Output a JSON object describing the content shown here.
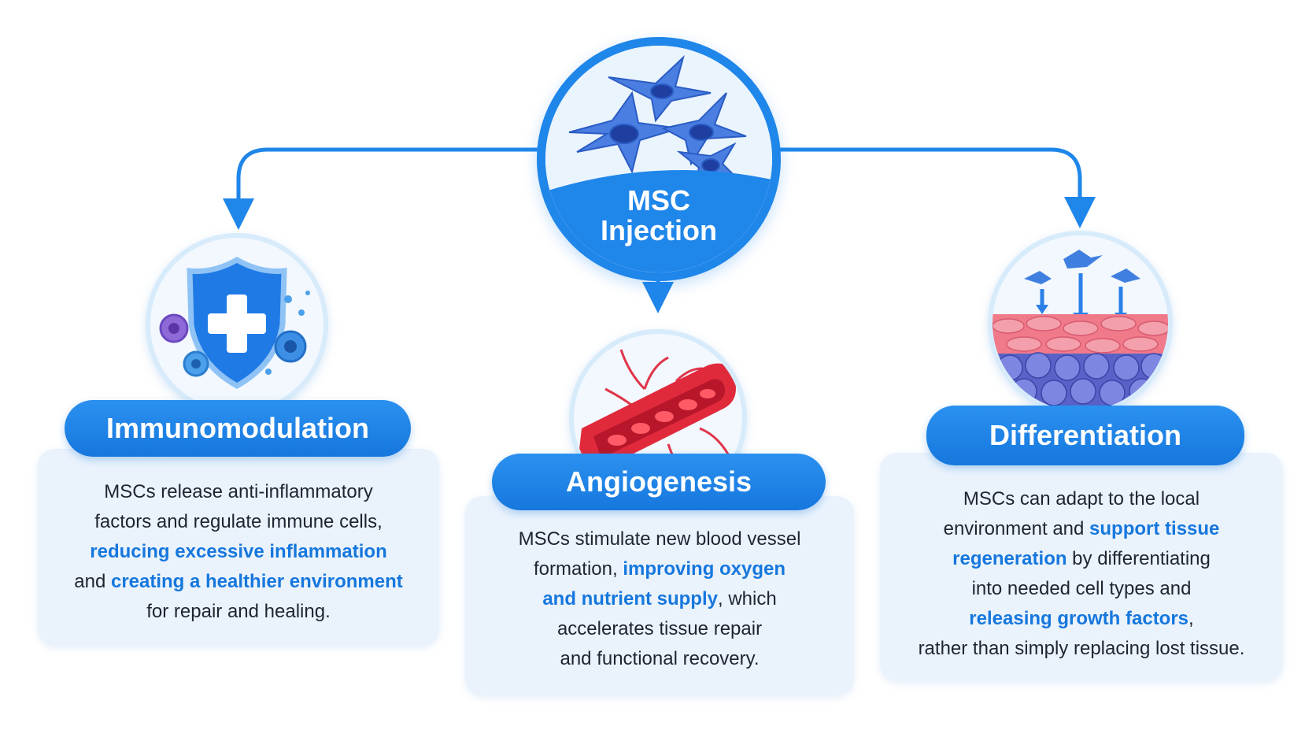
{
  "hub": {
    "title_line1": "MSC",
    "title_line2": "Injection"
  },
  "colors": {
    "primary": "#1f86ea",
    "highlight": "#1677dd",
    "card_background": "#eaf3fc",
    "text": "#1e2530"
  },
  "branches": [
    {
      "title": "Immunomodulation",
      "icon": "shield-cross-icon",
      "lines": [
        [
          {
            "t": "MSCs release anti-inflammatory"
          }
        ],
        [
          {
            "t": "factors and regulate immune cells,"
          }
        ],
        [
          {
            "t": "reducing excessive inflammation",
            "hl": true
          }
        ],
        [
          {
            "t": "and  "
          },
          {
            "t": "creating a healthier environment",
            "hl": true
          }
        ],
        [
          {
            "t": "for repair and healing."
          }
        ]
      ]
    },
    {
      "title": "Angiogenesis",
      "icon": "blood-vessel-icon",
      "lines": [
        [
          {
            "t": "MSCs stimulate new blood vessel"
          }
        ],
        [
          {
            "t": "formation,  "
          },
          {
            "t": "improving oxygen",
            "hl": true
          }
        ],
        [
          {
            "t": "and nutrient supply",
            "hl": true
          },
          {
            "t": ", which"
          }
        ],
        [
          {
            "t": "accelerates tissue repair"
          }
        ],
        [
          {
            "t": "and functional recovery."
          }
        ]
      ]
    },
    {
      "title": "Differentiation",
      "icon": "tissue-layers-icon",
      "lines": [
        [
          {
            "t": "MSCs can adapt to the local"
          }
        ],
        [
          {
            "t": "environment and "
          },
          {
            "t": "support tissue",
            "hl": true
          }
        ],
        [
          {
            "t": "regeneration",
            "hl": true
          },
          {
            "t": " by differentiating"
          }
        ],
        [
          {
            "t": "into needed cell types and"
          }
        ],
        [
          {
            "t": "releasing growth factors",
            "hl": true
          },
          {
            "t": ","
          }
        ],
        [
          {
            "t": "rather than simply replacing lost tissue."
          }
        ]
      ]
    }
  ]
}
